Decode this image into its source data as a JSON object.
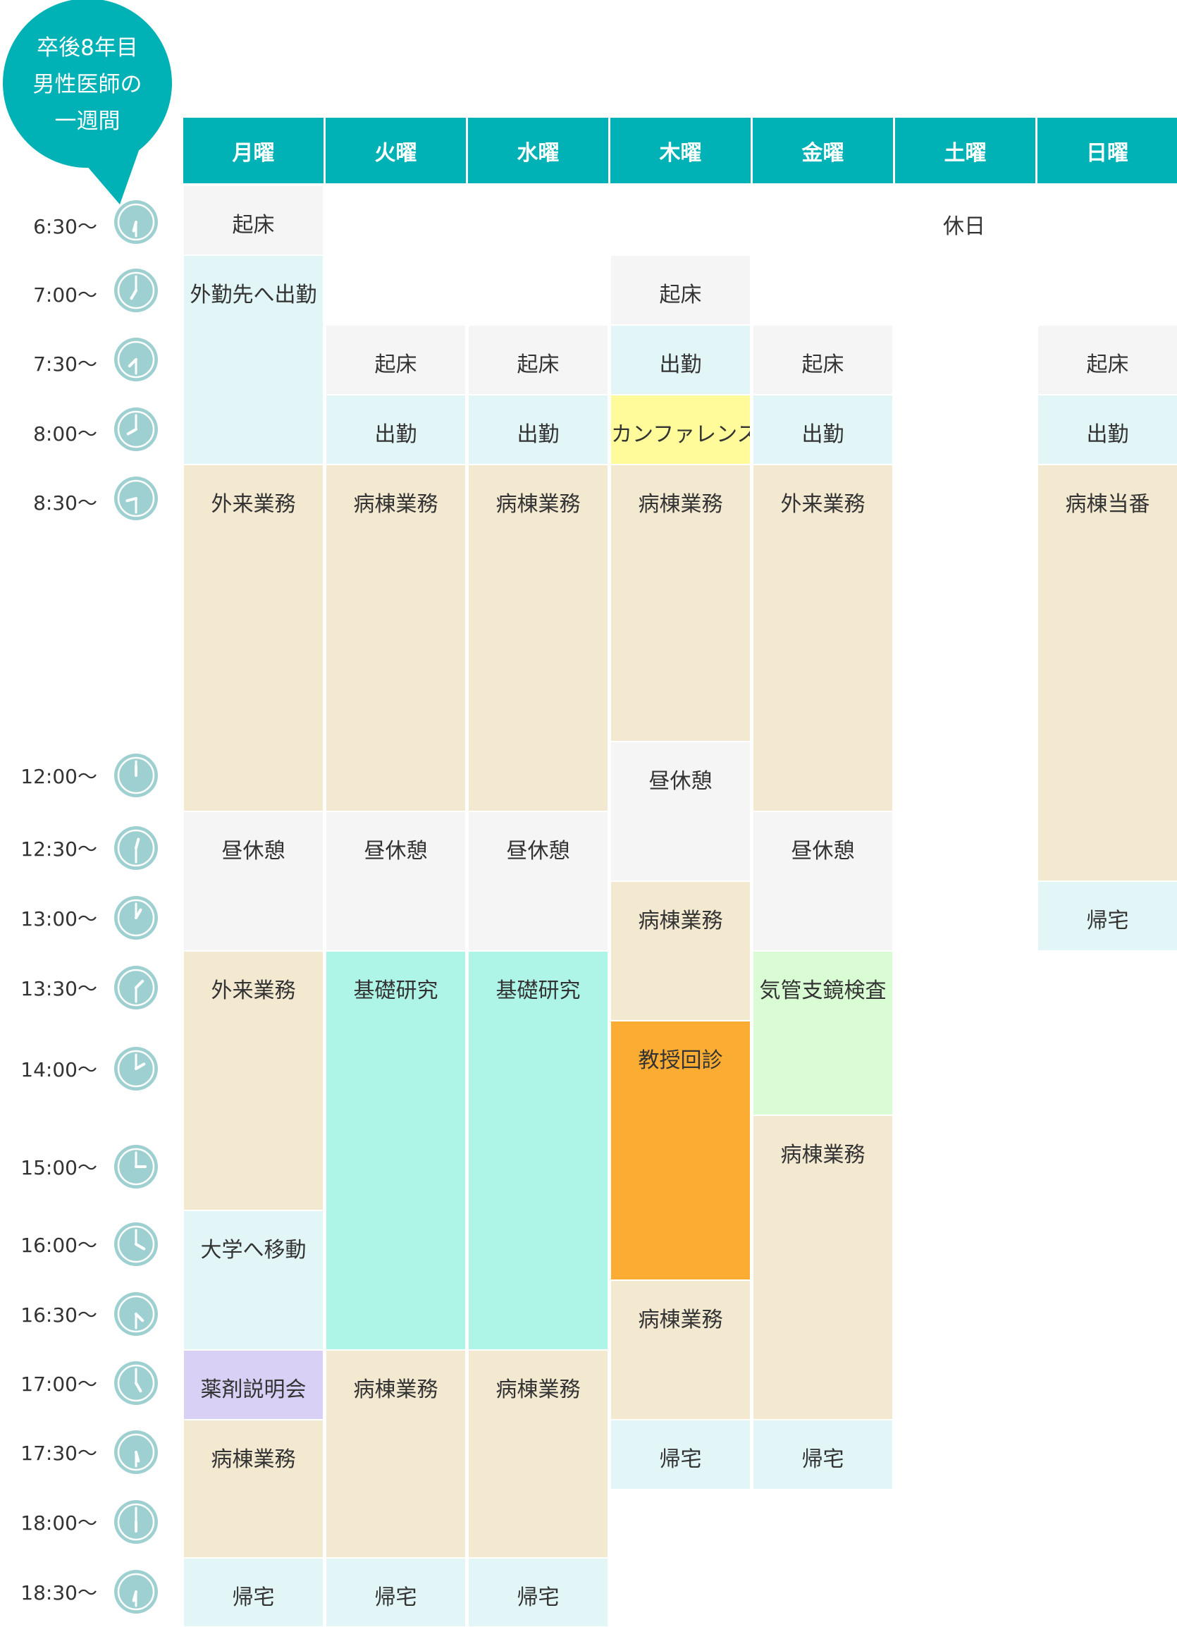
{
  "bubble": {
    "lines": [
      "卒後8年目",
      "男性医師の",
      "一週間"
    ],
    "color": "#00b1b6"
  },
  "days": [
    "月曜",
    "火曜",
    "水曜",
    "木曜",
    "金曜",
    "土曜",
    "日曜"
  ],
  "times": [
    "6:30〜",
    "7:00〜",
    "7:30〜",
    "8:00〜",
    "8:30〜",
    "12:00〜",
    "12:30〜",
    "13:00〜",
    "13:30〜",
    "14:00〜",
    "15:00〜",
    "16:00〜",
    "16:30〜",
    "17:00〜",
    "17:30〜",
    "18:00〜",
    "18:30〜"
  ],
  "clock_times": [
    "6:30",
    "7:00",
    "7:30",
    "8:00",
    "8:30",
    "12:00",
    "12:30",
    "13:00",
    "13:30",
    "14:00",
    "15:00",
    "16:00",
    "16:30",
    "17:00",
    "17:30",
    "18:00",
    "18:30"
  ],
  "saturday_label": "休日",
  "colors": {
    "header": "#00b1b6",
    "wake": "#f5f5f5",
    "commute": "#e3f6f7",
    "clinic": "#f3e9d1",
    "lunch": "#f5f5f5",
    "research": "#aef5e8",
    "conference": "#fffa9a",
    "rounds": "#fbad33",
    "bronch": "#d9fcd4",
    "briefing": "#d8d0f5",
    "clock_face": "#9fd0d1"
  },
  "schedule": {
    "mon": [
      {
        "start": "6:30",
        "end": "7:00",
        "label": "起床",
        "kind": "wake"
      },
      {
        "start": "7:00",
        "end": "8:30",
        "label": "外勤先へ出勤",
        "kind": "commute"
      },
      {
        "start": "8:30",
        "end": "12:30",
        "label": "外来業務",
        "kind": "clinic"
      },
      {
        "start": "12:30",
        "end": "13:30",
        "label": "昼休憩",
        "kind": "lunch"
      },
      {
        "start": "13:30",
        "end": "16:00",
        "label": "外来業務",
        "kind": "clinic"
      },
      {
        "start": "16:00",
        "end": "17:00",
        "label": "大学へ移動",
        "kind": "commute"
      },
      {
        "start": "17:00",
        "end": "17:30",
        "label": "薬剤説明会",
        "kind": "briefing"
      },
      {
        "start": "17:30",
        "end": "18:30",
        "label": "病棟業務",
        "kind": "clinic"
      },
      {
        "start": "18:30",
        "end": "19:00",
        "label": "帰宅",
        "kind": "commute"
      }
    ],
    "tue": [
      {
        "start": "7:30",
        "end": "8:00",
        "label": "起床",
        "kind": "wake"
      },
      {
        "start": "8:00",
        "end": "8:30",
        "label": "出勤",
        "kind": "commute"
      },
      {
        "start": "8:30",
        "end": "12:30",
        "label": "病棟業務",
        "kind": "clinic"
      },
      {
        "start": "12:30",
        "end": "13:30",
        "label": "昼休憩",
        "kind": "lunch"
      },
      {
        "start": "13:30",
        "end": "17:00",
        "label": "基礎研究",
        "kind": "research"
      },
      {
        "start": "17:00",
        "end": "18:30",
        "label": "病棟業務",
        "kind": "clinic"
      },
      {
        "start": "18:30",
        "end": "19:00",
        "label": "帰宅",
        "kind": "commute"
      }
    ],
    "wed": [
      {
        "start": "7:30",
        "end": "8:00",
        "label": "起床",
        "kind": "wake"
      },
      {
        "start": "8:00",
        "end": "8:30",
        "label": "出勤",
        "kind": "commute"
      },
      {
        "start": "8:30",
        "end": "12:30",
        "label": "病棟業務",
        "kind": "clinic"
      },
      {
        "start": "12:30",
        "end": "13:30",
        "label": "昼休憩",
        "kind": "lunch"
      },
      {
        "start": "13:30",
        "end": "17:00",
        "label": "基礎研究",
        "kind": "research"
      },
      {
        "start": "17:00",
        "end": "18:30",
        "label": "病棟業務",
        "kind": "clinic"
      },
      {
        "start": "18:30",
        "end": "19:00",
        "label": "帰宅",
        "kind": "commute"
      }
    ],
    "thu": [
      {
        "start": "7:00",
        "end": "7:30",
        "label": "起床",
        "kind": "wake"
      },
      {
        "start": "7:30",
        "end": "8:00",
        "label": "出勤",
        "kind": "commute"
      },
      {
        "start": "8:00",
        "end": "8:30",
        "label": "カンファレンス",
        "kind": "conference"
      },
      {
        "start": "8:30",
        "end": "12:00",
        "label": "病棟業務",
        "kind": "clinic"
      },
      {
        "start": "12:00",
        "end": "13:00",
        "label": "昼休憩",
        "kind": "lunch"
      },
      {
        "start": "13:00",
        "end": "14:00",
        "label": "病棟業務",
        "kind": "clinic"
      },
      {
        "start": "14:00",
        "end": "16:30",
        "label": "教授回診",
        "kind": "rounds"
      },
      {
        "start": "16:30",
        "end": "17:30",
        "label": "病棟業務",
        "kind": "clinic"
      },
      {
        "start": "17:30",
        "end": "18:00",
        "label": "帰宅",
        "kind": "commute"
      }
    ],
    "fri": [
      {
        "start": "7:30",
        "end": "8:00",
        "label": "起床",
        "kind": "wake"
      },
      {
        "start": "8:00",
        "end": "8:30",
        "label": "出勤",
        "kind": "commute"
      },
      {
        "start": "8:30",
        "end": "12:30",
        "label": "外来業務",
        "kind": "clinic"
      },
      {
        "start": "12:30",
        "end": "13:30",
        "label": "昼休憩",
        "kind": "lunch"
      },
      {
        "start": "13:30",
        "end": "15:00",
        "label": "気管支鏡検査",
        "kind": "bronch"
      },
      {
        "start": "15:00",
        "end": "17:30",
        "label": "病棟業務",
        "kind": "clinic"
      },
      {
        "start": "17:30",
        "end": "18:00",
        "label": "帰宅",
        "kind": "commute"
      }
    ],
    "sun": [
      {
        "start": "7:30",
        "end": "8:00",
        "label": "起床",
        "kind": "wake"
      },
      {
        "start": "8:00",
        "end": "8:30",
        "label": "出勤",
        "kind": "commute"
      },
      {
        "start": "8:30",
        "end": "13:00",
        "label": "病棟当番",
        "kind": "clinic"
      },
      {
        "start": "13:00",
        "end": "13:30",
        "label": "帰宅",
        "kind": "commute"
      }
    ]
  }
}
